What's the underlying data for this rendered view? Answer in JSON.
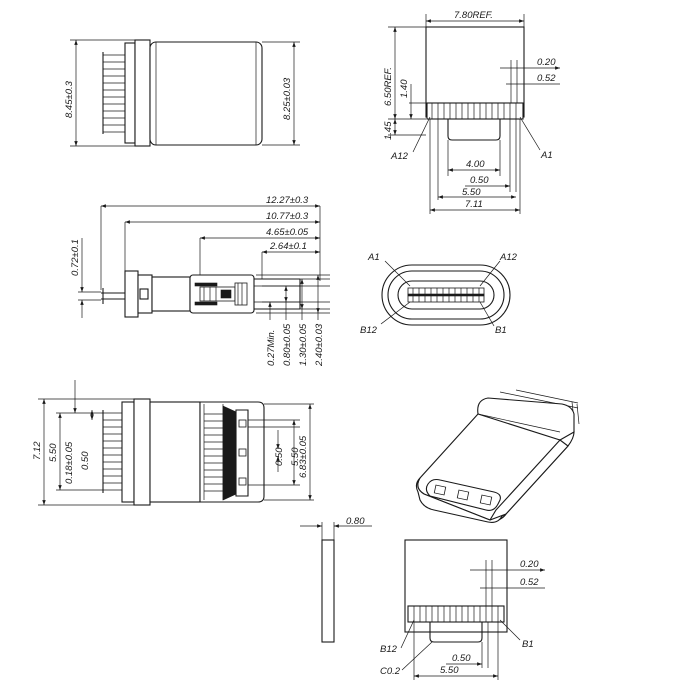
{
  "top_left_view": {
    "dim_total_height": "8.45±0.3",
    "dim_body_height": "8.25±0.03"
  },
  "top_right_view": {
    "dim_width_ref": "7.80REF.",
    "dim_height_ref": "6.50REF.",
    "dim_1_40": "1.40",
    "dim_1_45": "1.45",
    "dim_0_20": "0.20",
    "dim_0_52": "0.52",
    "dim_4_00": "4.00",
    "dim_0_50": "0.50",
    "dim_5_50": "5.50",
    "dim_7_11": "7.11",
    "label_a12": "A12",
    "label_a1": "A1"
  },
  "side_view": {
    "dim_12_27": "12.27±0.3",
    "dim_10_77": "10.77±0.3",
    "dim_4_65": "4.65±0.05",
    "dim_2_64": "2.64±0.1",
    "dim_0_72": "0.72±0.1",
    "dim_0_27": "0.27Min.",
    "dim_0_80": "0.80±0.05",
    "dim_1_30": "1.30±0.05",
    "dim_2_40": "2.40±0.03"
  },
  "front_view": {
    "label_a1": "A1",
    "label_a12": "A12",
    "label_b12": "B12",
    "label_b1": "B1"
  },
  "bottom_view": {
    "dim_7_12": "7.12",
    "dim_5_50_l": "5.50",
    "dim_0_18": "0.18±0.05",
    "dim_0_50_l": "0.50",
    "dim_0_50_r": "0.50",
    "dim_5_50_r": "5.50",
    "dim_6_83": "6.83±0.05"
  },
  "thickness_view": {
    "dim_0_80": "0.80"
  },
  "bottom_right_view": {
    "dim_0_20": "0.20",
    "dim_0_52": "0.52",
    "label_b12": "B12",
    "label_b1": "B1",
    "label_c02": "C0.2",
    "dim_0_50": "0.50",
    "dim_5_50": "5.50"
  }
}
